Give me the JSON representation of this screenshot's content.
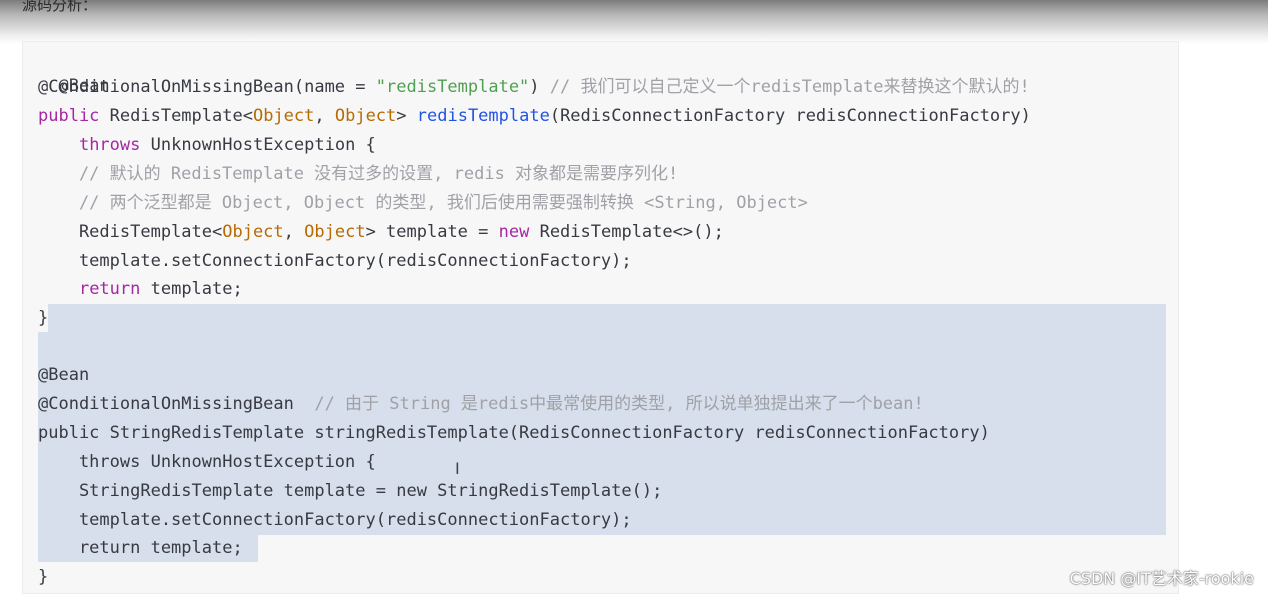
{
  "heading": "源码分析：",
  "code": {
    "line1": "@Bean",
    "line2_annotation": "@ConditionalOnMissingBean(name = ",
    "line2_string": "\"redisTemplate\"",
    "line2_close": ")",
    "line2_comment": " // 我们可以自己定义一个redisTemplate来替换这个默认的!",
    "line3_public": "public",
    "line3_type": " RedisTemplate<",
    "line3_obj1": "Object",
    "line3_comma": ", ",
    "line3_obj2": "Object",
    "line3_gt": "> ",
    "line3_method": "redisTemplate",
    "line3_params": "(RedisConnectionFactory redisConnectionFactory)",
    "line4_indent": "    ",
    "line4_throws": "throws",
    "line4_rest": " UnknownHostException {",
    "line5": "    // 默认的 RedisTemplate 没有过多的设置, redis 对象都是需要序列化!",
    "line6": "    // 两个泛型都是 Object, Object 的类型, 我们后使用需要强制转换 <String, Object>",
    "line7_a": "    RedisTemplate<",
    "line7_obj1": "Object",
    "line7_comma": ", ",
    "line7_obj2": "Object",
    "line7_b": "> template = ",
    "line7_new": "new",
    "line7_c": " RedisTemplate<>();",
    "line8": "    template.setConnectionFactory(redisConnectionFactory);",
    "line9_indent": "    ",
    "line9_return": "return",
    "line9_rest": " template;",
    "line10": "}",
    "line12": "@Bean",
    "line13_annotation": "@ConditionalOnMissingBean",
    "line13_comment": "  // 由于 String 是redis中最常使用的类型, 所以说单独提出来了一个bean!",
    "line14": "public StringRedisTemplate stringRedisTemplate(RedisConnectionFactory redisConnectionFactory)",
    "line15": "    throws UnknownHostException {",
    "line16": "    StringRedisTemplate template = new StringRedisTemplate();",
    "line17": "    template.setConnectionFactory(redisConnectionFactory);",
    "line18": "    return template;",
    "line19": "}"
  },
  "cursor_glyph": "I",
  "watermark": "CSDN @IT艺术家-rookie",
  "colors": {
    "keyword": "#a626a4",
    "type_param": "#b76b01",
    "method": "#2253e3",
    "string": "#50a14f",
    "comment": "#a0a1a7",
    "selection": "#d6dfeb"
  }
}
